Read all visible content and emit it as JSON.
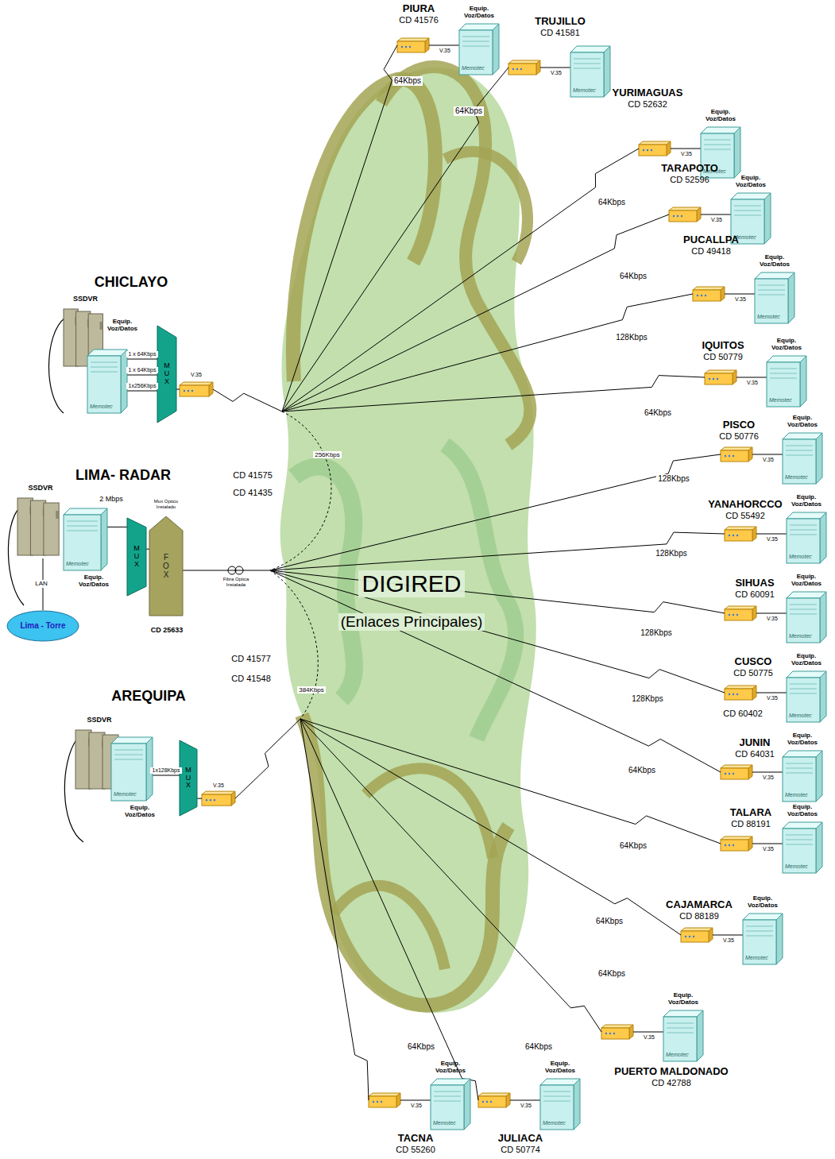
{
  "diagram": {
    "nodes": [
      {
        "text": [
          "DIGIRED",
          "(Enlaces Principales)"
        ]
      },
      {
        "text": [
          "SSDVR"
        ]
      },
      {
        "text": [
          "Equip. Voz/Datos",
          "Memotec"
        ]
      },
      {
        "text": [
          "MUX"
        ]
      },
      {
        "text": [
          "SSDVR"
        ]
      },
      {
        "text": [
          "Equip. Voz/Datos",
          "Memotec"
        ]
      },
      {
        "text": [
          "MUX"
        ]
      },
      {
        "text": [
          "Mux Optico Instalado",
          "FOX"
        ]
      },
      {
        "text": [
          "Lima - Torre"
        ]
      },
      {
        "text": [
          "SSDVR"
        ]
      },
      {
        "text": [
          "Equip. Voz/Datos",
          "Memotec"
        ]
      },
      {
        "text": [
          "MUX"
        ]
      },
      {
        "text": [
          "Equip. Voz/Datos",
          "Memotec"
        ]
      },
      {
        "text": [
          "Memotec"
        ]
      },
      {
        "text": [
          "Equip. Voz/Datos",
          "Memotec"
        ]
      },
      {
        "text": [
          "Equip. Voz/Datos",
          "Memotec"
        ]
      },
      {
        "text": [
          "Equip. Voz/Datos",
          "Memotec"
        ]
      },
      {
        "text": [
          "Equip. Voz/Datos",
          "Memotec"
        ]
      },
      {
        "text": [
          "Equip. Voz/Datos",
          "Memotec"
        ]
      },
      {
        "text": [
          "Equip. Voz/Datos",
          "Memotec"
        ]
      },
      {
        "text": [
          "Equip. Voz/Datos",
          "Memotec"
        ]
      },
      {
        "text": [
          "Equip. Voz/Datos",
          "Memotec"
        ]
      },
      {
        "text": [
          "Equip. Voz/Datos",
          "Memotec"
        ]
      },
      {
        "text": [
          "Equip. Voz/Datos",
          "Memotec"
        ]
      },
      {
        "text": [
          "Equip. Voz/Datos",
          "Memotec"
        ]
      },
      {
        "text": [
          "Equip. Voz/Datos",
          "Memotec"
        ]
      },
      {
        "text": [
          "Equip. Voz/Datos",
          "Memotec"
        ]
      },
      {
        "text": [
          "Equip. Voz/Datos",
          "Memotec"
        ]
      }
    ],
    "edges": [
      {
        "from": 2,
        "to": 3,
        "arrow": "none",
        "label": "1 x 64Kbps"
      },
      {
        "from": 2,
        "to": 3,
        "arrow": "none",
        "label": "1 x 64Kbps"
      },
      {
        "from": 2,
        "to": 3,
        "arrow": "none",
        "label": "1x256Kbps"
      },
      {
        "from": 3,
        "to": 0,
        "arrow": "none",
        "label": "V.35"
      },
      {
        "from": 8,
        "to": 4,
        "arrow": "none",
        "label": "LAN"
      },
      {
        "from": 5,
        "to": 6,
        "arrow": "none",
        "label": "2 Mbps"
      },
      {
        "from": 6,
        "to": 7,
        "arrow": "none"
      },
      {
        "from": 7,
        "to": 0,
        "arrow": "none",
        "label": "Fibra Optica Instalada"
      },
      {
        "from": 10,
        "to": 11,
        "arrow": "none",
        "label": "1x128Kbps"
      },
      {
        "from": 11,
        "to": 0,
        "arrow": "none",
        "label": "V.35"
      },
      {
        "from": 0,
        "to": 12,
        "arrow": "none",
        "label": "64Kbps"
      },
      {
        "from": 0,
        "to": 13,
        "arrow": "none",
        "label": "64Kbps"
      },
      {
        "from": 0,
        "to": 14,
        "arrow": "none",
        "label": "64Kbps"
      },
      {
        "from": 0,
        "to": 15,
        "arrow": "none",
        "label": "64Kbps"
      },
      {
        "from": 0,
        "to": 16,
        "arrow": "none",
        "label": "128Kbps"
      },
      {
        "from": 0,
        "to": 17,
        "arrow": "none",
        "label": "64Kbps"
      },
      {
        "from": 0,
        "to": 18,
        "arrow": "none",
        "label": "128Kbps"
      },
      {
        "from": 0,
        "to": 19,
        "arrow": "none",
        "label": "128Kbps"
      },
      {
        "from": 0,
        "to": 20,
        "arrow": "none",
        "label": "128Kbps"
      },
      {
        "from": 0,
        "to": 21,
        "arrow": "none",
        "label": "128Kbps"
      },
      {
        "from": 0,
        "to": 22,
        "arrow": "none",
        "label": "64Kbps"
      },
      {
        "from": 0,
        "to": 23,
        "arrow": "none",
        "label": "64Kbps"
      },
      {
        "from": 0,
        "to": 24,
        "arrow": "none",
        "label": "64Kbps"
      },
      {
        "from": 0,
        "to": 25,
        "arrow": "none",
        "label": "64Kbps"
      },
      {
        "from": 0,
        "to": 26,
        "arrow": "none",
        "label": "64Kbps"
      },
      {
        "from": 0,
        "to": 27,
        "arrow": "none",
        "label": "64Kbps"
      }
    ],
    "labels": [
      "CHICLAYO",
      "LIMA- RADAR",
      "AREQUIPA",
      "CD 41575",
      "CD 41435",
      "CD 41577",
      "CD 41548",
      "CD 25633",
      "256Kbps",
      "384Kbps",
      "PIURA",
      "CD 41576",
      "V.35",
      "TRUJILLO",
      "CD 41581",
      "V.35",
      "YURIMAGUAS",
      "CD 52632",
      "V.35",
      "TARAPOTO",
      "CD 52596",
      "V.35",
      "PUCALLPA",
      "CD 49418",
      "V.35",
      "IQUITOS",
      "CD 50779",
      "V.35",
      "PISCO",
      "CD 50776",
      "V.35",
      "YANAHORCCO",
      "CD 55492",
      "V.35",
      "SIHUAS",
      "CD 60091",
      "V.35",
      "CUSCO",
      "CD 50775",
      "V.35",
      "JUNIN",
      "CD 64031",
      "V.35",
      "TALARA",
      "CD 88191",
      "V.35",
      "CAJAMARCA",
      "CD 88189",
      "V.35",
      "PUERTO MALDONADO",
      "CD 42788",
      "V.35",
      "TACNA",
      "CD 55260",
      "V.35",
      "JULIACA",
      "CD 50774",
      "V.35",
      "CD 60402"
    ]
  }
}
